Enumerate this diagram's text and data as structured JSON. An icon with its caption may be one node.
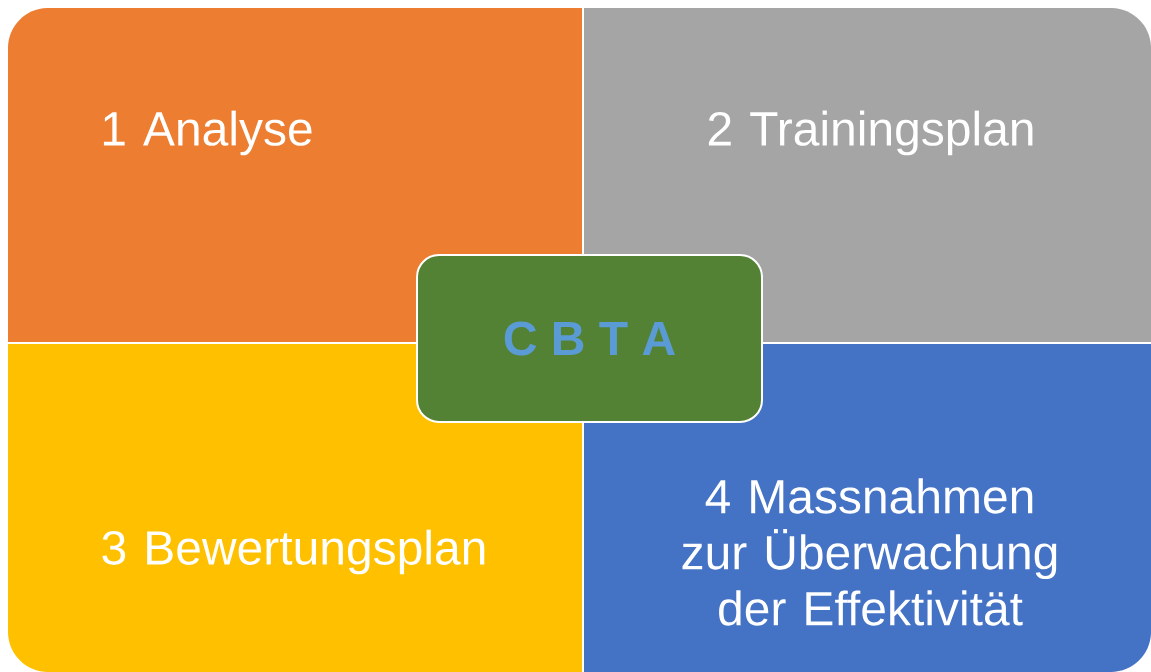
{
  "diagram": {
    "nodes": [
      {
        "text": [
          "1 Analyse"
        ]
      },
      {
        "text": [
          "2 Trainingsplan"
        ]
      },
      {
        "text": [
          "C B T A"
        ]
      },
      {
        "text": [
          "3 Bewertungsplan"
        ]
      },
      {
        "text": [
          "4 Massnahmen zur Überwachung der Effektivität"
        ]
      }
    ]
  }
}
